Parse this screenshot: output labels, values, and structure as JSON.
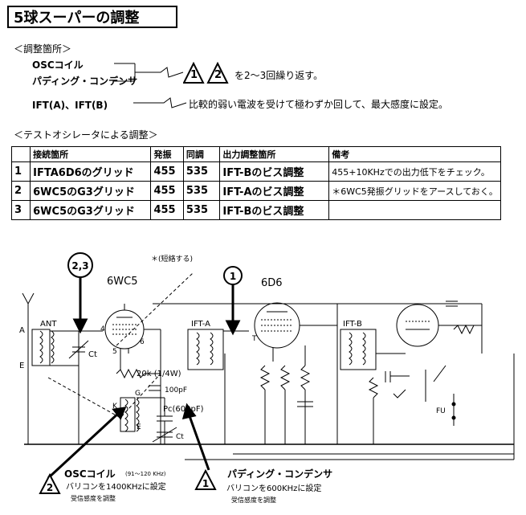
{
  "title": "5球スーパーの調整",
  "section1": {
    "heading": "＜調整箇所＞",
    "osc_coil": "OSCコイル",
    "padding_condenser": "パディング・コンデンサ",
    "mark1": "1",
    "mark2": "2",
    "repeat_note": "を2～3回繰り返す。",
    "ift_label": "IFT(A)、IFT(B)",
    "ift_note": "比較的弱い電波を受けて極わずか回して、最大感度に設定。"
  },
  "section2": {
    "heading": "＜テストオシレータによる調整＞",
    "columns": [
      "",
      "接続箇所",
      "発振",
      "同調",
      "出力調整箇所",
      "備考"
    ],
    "rows": [
      {
        "no": "1",
        "point": "IFTA6D6のグリッド",
        "osc": "455",
        "tune": "535",
        "adjust": "IFT-Bのビス調整",
        "note": "455+10KHzでの出力低下をチェック。"
      },
      {
        "no": "2",
        "point": "6WC5のG3グリッド",
        "osc": "455",
        "tune": "535",
        "adjust": "IFT-Aのビス調整",
        "note": "＊6WC5発振グリッドをアースしておく。"
      },
      {
        "no": "3",
        "point": "6WC5のG3グリッド",
        "osc": "455",
        "tune": "535",
        "adjust": "IFT-Bのビス調整",
        "note": ""
      }
    ]
  },
  "schematic": {
    "callout_23": "2,3",
    "callout_1": "1",
    "short_note": "＊(短絡する)",
    "tube1": "6WC5",
    "tube2": "6D6",
    "ant": "ANT",
    "ift_a": "IFT-A",
    "ift_b": "IFT-B",
    "label_a": "A",
    "label_e": "E",
    "label_ct": "Ct",
    "label_ct2": "Ct",
    "r20k": "20k (1/4W)",
    "c100p": "100pF",
    "pc": "Pc(600pF)",
    "pin4": "4",
    "pin5": "5",
    "pin6": "6",
    "g": "G",
    "k": "K",
    "e": "E",
    "fu": "FU",
    "t_label": "T",
    "bottom_mark2": "2",
    "bottom_mark1": "1",
    "osc_title": "OSCコイル",
    "osc_range": "(91～120 KHz)",
    "osc_desc1": "バリコンを1400KHzに設定",
    "osc_desc2": "受信感度を調整",
    "pad_title": "パディング・コンデンサ",
    "pad_desc1": "バリコンを600KHzに設定",
    "pad_desc2": "受信感度を調整"
  }
}
